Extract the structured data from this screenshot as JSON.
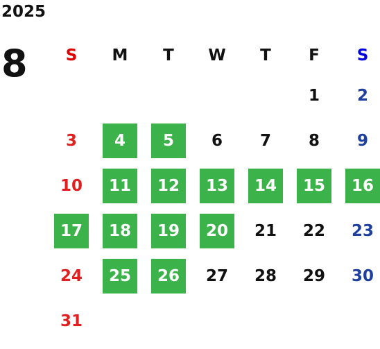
{
  "year": "2025",
  "month": "8",
  "weekdays": [
    "S",
    "M",
    "T",
    "W",
    "T",
    "F",
    "S"
  ],
  "highlight_color": "#3cb34a",
  "sunday_color": "#e02020",
  "saturday_color": "#1f3f9e",
  "weeks": [
    [
      "",
      "",
      "",
      "",
      "",
      "1",
      "2"
    ],
    [
      "3",
      "4",
      "5",
      "6",
      "7",
      "8",
      "9"
    ],
    [
      "10",
      "11",
      "12",
      "13",
      "14",
      "15",
      "16"
    ],
    [
      "17",
      "18",
      "19",
      "20",
      "21",
      "22",
      "23"
    ],
    [
      "24",
      "25",
      "26",
      "27",
      "28",
      "29",
      "30"
    ],
    [
      "31",
      "",
      "",
      "",
      "",
      "",
      ""
    ]
  ],
  "highlighted_days": [
    "4",
    "5",
    "11",
    "12",
    "13",
    "14",
    "15",
    "16",
    "17",
    "18",
    "19",
    "20",
    "25",
    "26"
  ]
}
